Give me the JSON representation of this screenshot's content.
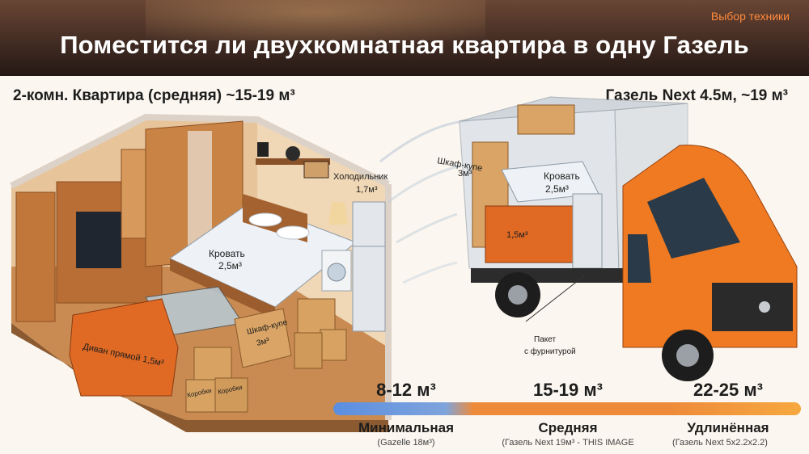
{
  "header": {
    "badge": "Выбор техники",
    "title": "Поместится ли двухкомнатная квартира в одну Газель"
  },
  "apartment": {
    "heading": "2-комн. Квартира (средняя) ~15-19 м³",
    "labels": {
      "fridge": "Холодильник",
      "fridge_volume": "1,7м³",
      "bed": "Кровать",
      "bed_volume": "2,5м³",
      "sofa": "Диван прямой 1,5м³",
      "wardrobe": "Шкаф-купе",
      "wardrobe_volume": "3м³",
      "boxes": "Коробки",
      "boxes2": "Коробки"
    }
  },
  "truck": {
    "heading": "Газель Next 4.5м, ~19 м³",
    "labels": {
      "wardrobe": "Шкаф-купе",
      "wardrobe_volume": "3м³",
      "bed": "Кровать",
      "bed_volume": "2,5м³",
      "sofa_volume": "1,5м³",
      "package_line1": "Пакет",
      "package_line2": "с фурнитурой"
    }
  },
  "scale": {
    "ticks": [
      {
        "value": "8-12 м³",
        "label": "Минимальная",
        "note": "(Gazelle 18м³)"
      },
      {
        "value": "15-19 м³",
        "label": "Средняя",
        "note": "(Газель Next 19м³ - THIS IMAGE"
      },
      {
        "value": "22-25 м³",
        "label": "Удлинённая",
        "note": "(Газель Next 5x2.2x2.2)"
      }
    ],
    "colors": {
      "min": "#5b8ee0",
      "mid": "#ee8b3a",
      "max": "#f6a83f"
    }
  }
}
